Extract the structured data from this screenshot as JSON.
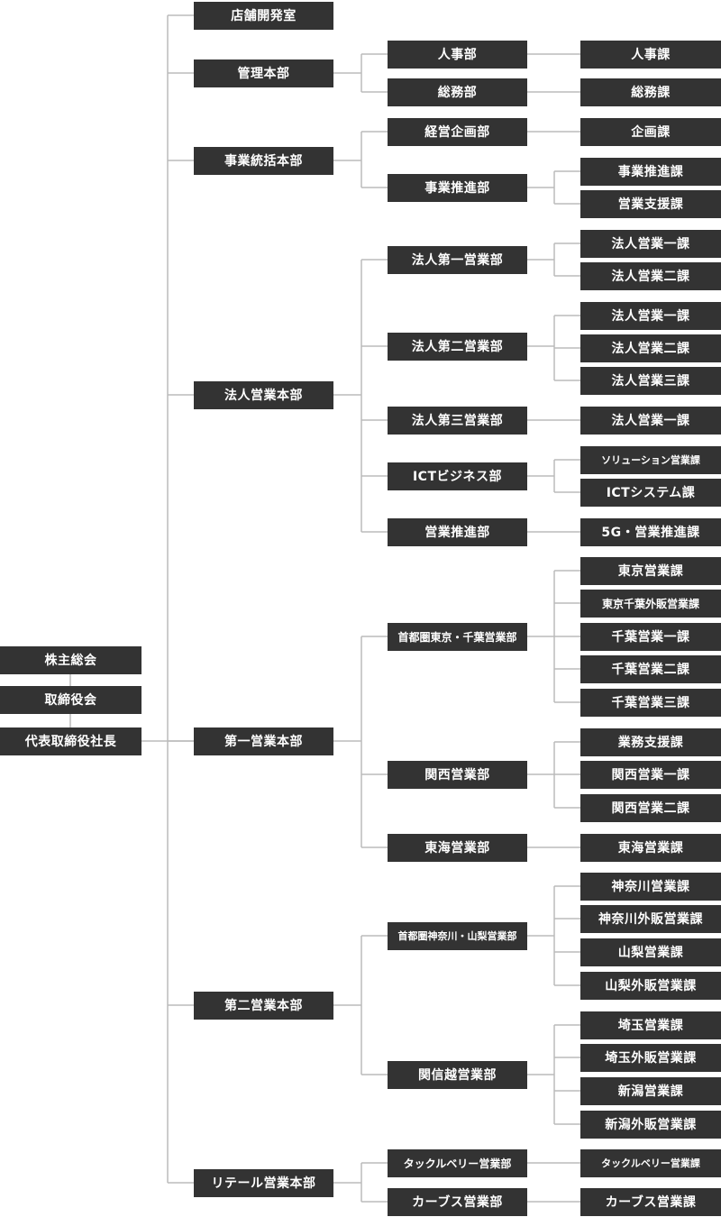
{
  "root": [
    "株主総会",
    "取締役会",
    "代表取締役社長"
  ],
  "headquarters": [
    {
      "label": "店舗開発室",
      "departments": []
    },
    {
      "label": "管理本部",
      "departments": [
        {
          "label": "人事部",
          "sections": [
            "人事課"
          ]
        },
        {
          "label": "総務部",
          "sections": [
            "総務課"
          ]
        }
      ]
    },
    {
      "label": "事業統括本部",
      "departments": [
        {
          "label": "経営企画部",
          "sections": [
            "企画課"
          ]
        },
        {
          "label": "事業推進部",
          "sections": [
            "事業推進課",
            "営業支援課"
          ]
        }
      ]
    },
    {
      "label": "法人営業本部",
      "departments": [
        {
          "label": "法人第一営業部",
          "sections": [
            "法人営業一課",
            "法人営業二課"
          ]
        },
        {
          "label": "法人第二営業部",
          "sections": [
            "法人営業一課",
            "法人営業二課",
            "法人営業三課"
          ]
        },
        {
          "label": "法人第三営業部",
          "sections": [
            "法人営業一課"
          ]
        },
        {
          "label": "ICTビジネス部",
          "sections": [
            "ソリューション営業課",
            "ICTシステム課"
          ]
        },
        {
          "label": "営業推進部",
          "sections": [
            "5G・営業推進課"
          ]
        }
      ]
    },
    {
      "label": "第一営業本部",
      "departments": [
        {
          "label": "首都圏東京・千葉営業部",
          "sections": [
            "東京営業課",
            "東京千葉外販営業課",
            "千葉営業一課",
            "千葉営業二課",
            "千葉営業三課"
          ]
        },
        {
          "label": "関西営業部",
          "sections": [
            "業務支援課",
            "関西営業一課",
            "関西営業二課"
          ]
        },
        {
          "label": "東海営業部",
          "sections": [
            "東海営業課"
          ]
        }
      ]
    },
    {
      "label": "第二営業本部",
      "departments": [
        {
          "label": "首都圏神奈川・山梨営業部",
          "sections": [
            "神奈川営業課",
            "神奈川外販営業課",
            "山梨営業課",
            "山梨外販営業課"
          ]
        },
        {
          "label": "関信越営業部",
          "sections": [
            "埼玉営業課",
            "埼玉外販営業課",
            "新潟営業課",
            "新潟外販営業課"
          ]
        }
      ]
    },
    {
      "label": "リテール営業本部",
      "departments": [
        {
          "label": "タックルベリー営業部",
          "sections": [
            "タックルベリー営業課"
          ]
        },
        {
          "label": "カーブス営業部",
          "sections": [
            "カーブス営業課"
          ]
        }
      ]
    }
  ]
}
